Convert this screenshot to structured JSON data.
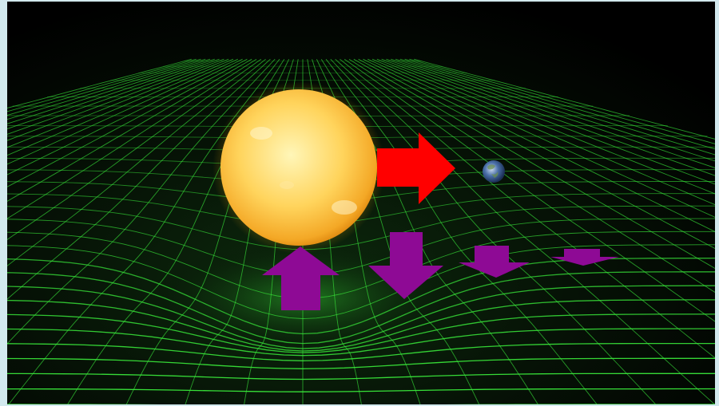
{
  "scene": {
    "colors": {
      "frame_border": "#d2e9ee",
      "space_background": "#000000",
      "grid_line": "#39e83a",
      "sun_core": "#fff1a6",
      "sun_edge": "#f0a21a",
      "earth": "#3a5f9a",
      "force_arrow": "#ff0000",
      "curvature_arrows": "#8e0a95"
    },
    "objects": [
      "sun",
      "earth",
      "spacetime-grid"
    ],
    "arrows": {
      "red": {
        "direction": "right",
        "icon": "arrow-right-icon"
      },
      "purple": [
        {
          "direction": "up",
          "icon": "arrow-up-icon"
        },
        {
          "direction": "down",
          "icon": "arrow-down-icon"
        },
        {
          "direction": "down",
          "icon": "arrow-down-icon"
        },
        {
          "direction": "down",
          "icon": "arrow-down-icon"
        }
      ]
    }
  }
}
